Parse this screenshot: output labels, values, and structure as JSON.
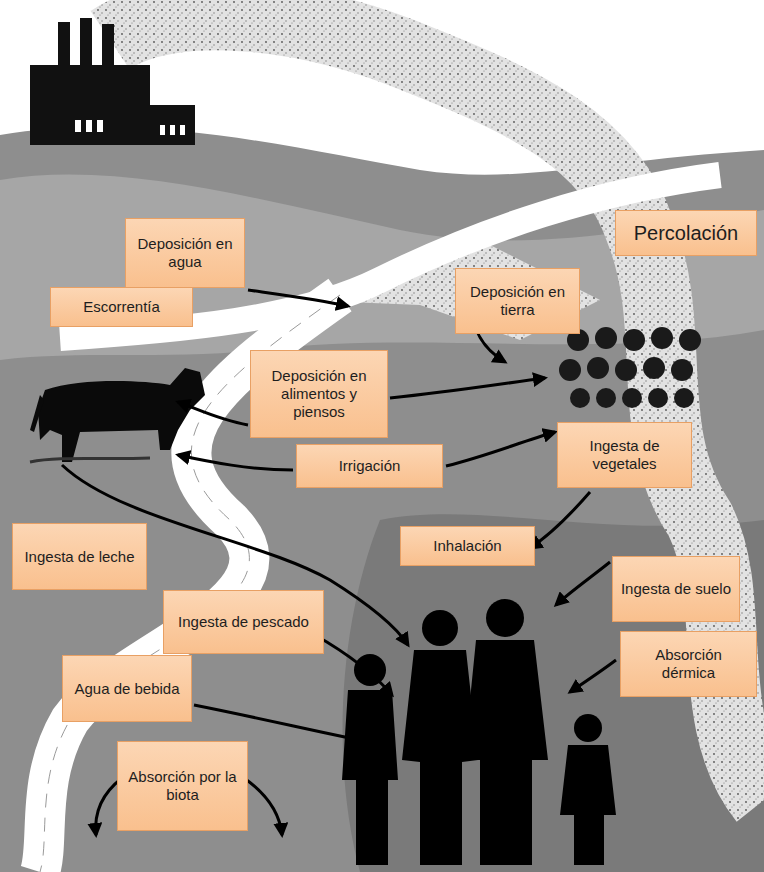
{
  "diagram": {
    "nodes": [
      {
        "text": [
          "Deposición en agua"
        ]
      },
      {
        "text": [
          "Percolación"
        ]
      },
      {
        "text": [
          "Escorrentía"
        ]
      },
      {
        "text": [
          "Deposición en tierra"
        ]
      },
      {
        "text": [
          "Deposición en alimentos y piensos"
        ]
      },
      {
        "text": [
          "Irrigación"
        ]
      },
      {
        "text": [
          "Ingesta de vegetales"
        ]
      },
      {
        "text": [
          "Ingesta de leche"
        ]
      },
      {
        "text": [
          "Inhalación"
        ]
      },
      {
        "text": [
          "Ingesta de suelo"
        ]
      },
      {
        "text": [
          "Ingesta de pescado"
        ]
      },
      {
        "text": [
          "Absorción dérmica"
        ]
      },
      {
        "text": [
          "Agua de bebida"
        ]
      },
      {
        "text": [
          "Absorción por la biota"
        ]
      }
    ]
  }
}
